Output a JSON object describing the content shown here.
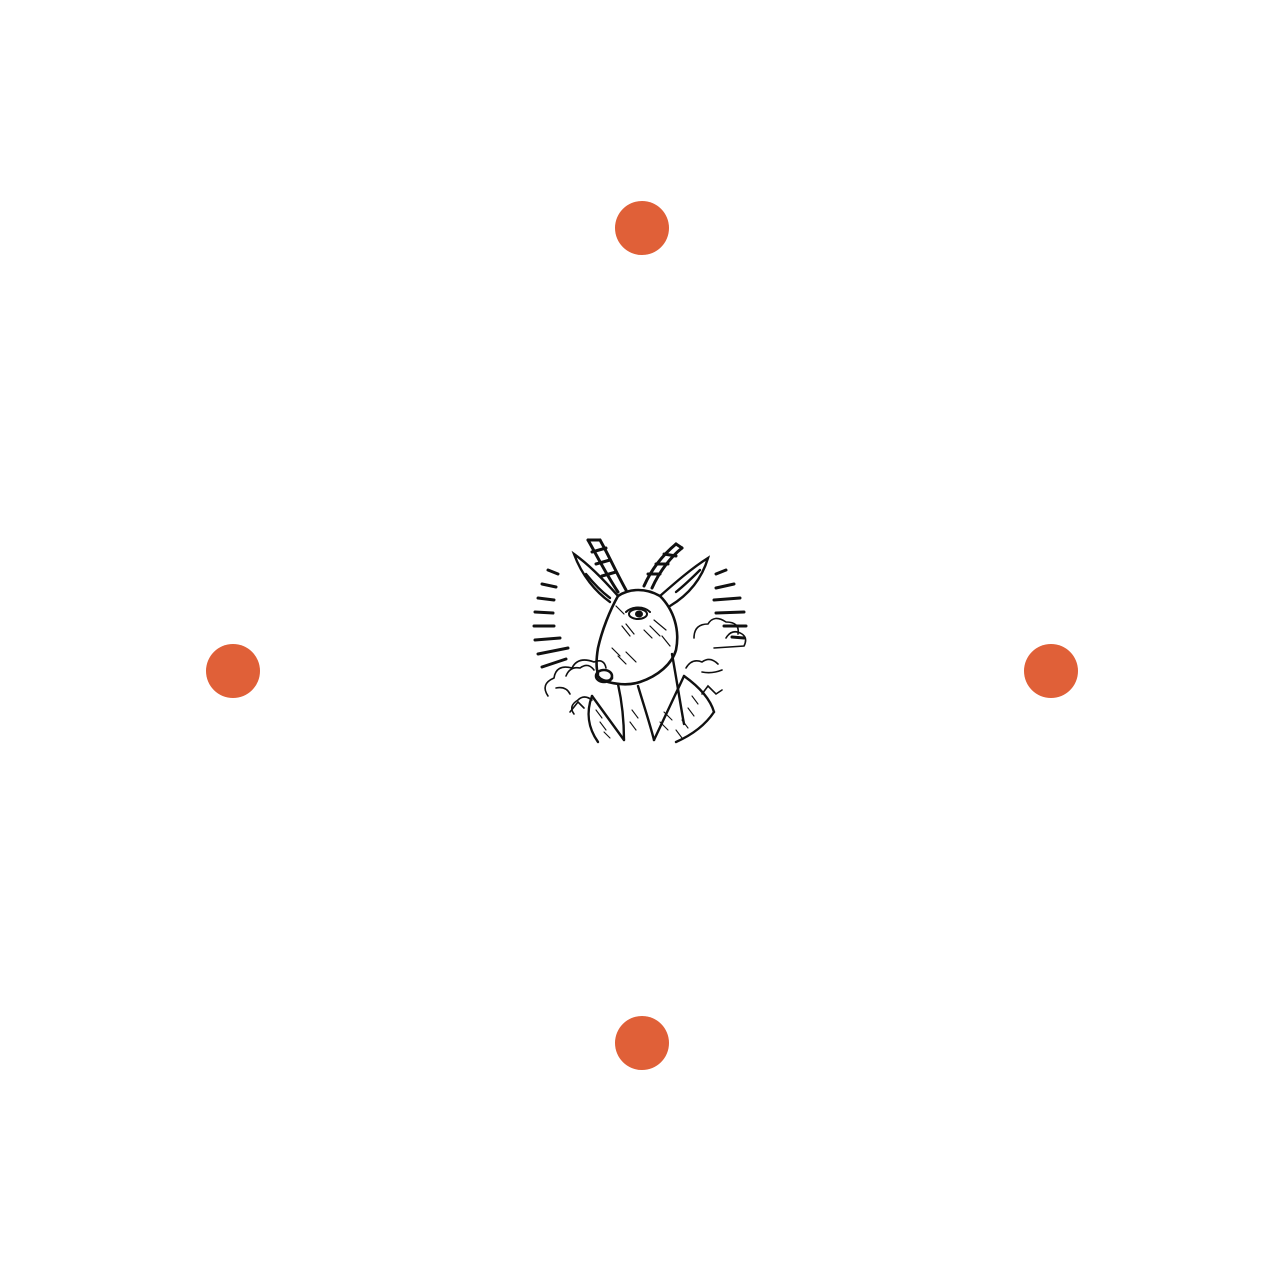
{
  "colors": {
    "background": "#ffffff",
    "marker": "#e06038",
    "ink": "#111111"
  },
  "center_emblem": {
    "icon": "antelope-head-emblem-icon"
  },
  "markers": [
    {
      "position": "top",
      "icon": "dot-icon"
    },
    {
      "position": "left",
      "icon": "dot-icon"
    },
    {
      "position": "right",
      "icon": "dot-icon"
    },
    {
      "position": "bottom",
      "icon": "dot-icon"
    }
  ]
}
